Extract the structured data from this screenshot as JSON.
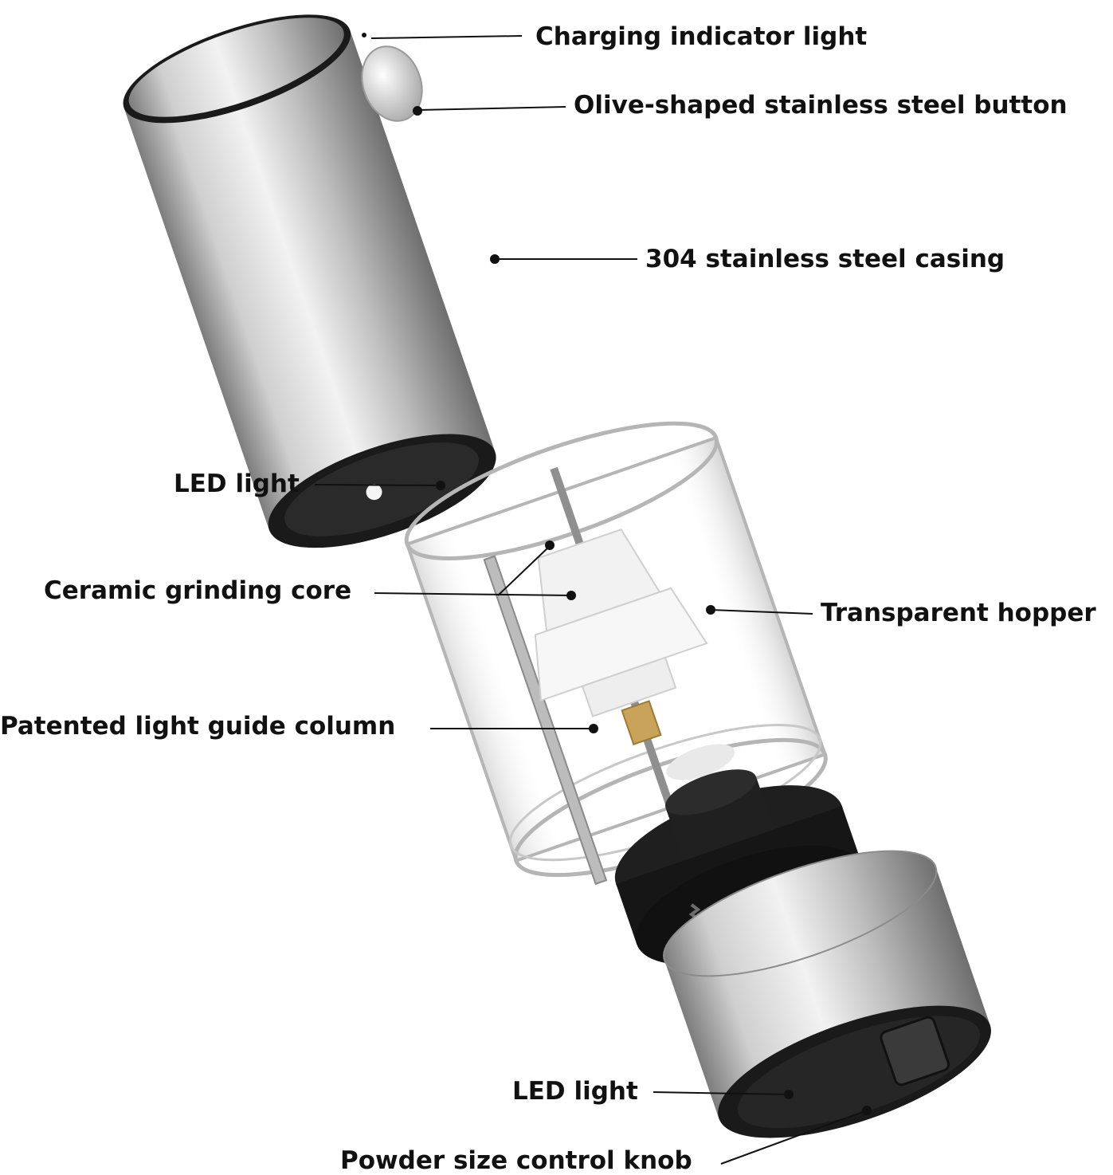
{
  "labels": {
    "charging_indicator_light": "Charging indicator light",
    "olive_button": "Olive-shaped stainless steel button",
    "casing": "304 stainless steel casing",
    "led_light_top": "LED light",
    "ceramic_core": "Ceramic grinding core",
    "transparent_hopper": "Transparent hopper",
    "light_guide_column": "Patented light guide column",
    "led_light_bottom": "LED light",
    "powder_knob": "Powder size control knob"
  },
  "colors": {
    "text": "#111111",
    "steel_light": "#e6e6e6",
    "steel_dark": "#8c8c8c",
    "rim_black": "#1a1a1a",
    "glass_edge": "#b5b5b5",
    "ceramic_white": "#f2f2f2",
    "brass": "#c9a35a"
  }
}
